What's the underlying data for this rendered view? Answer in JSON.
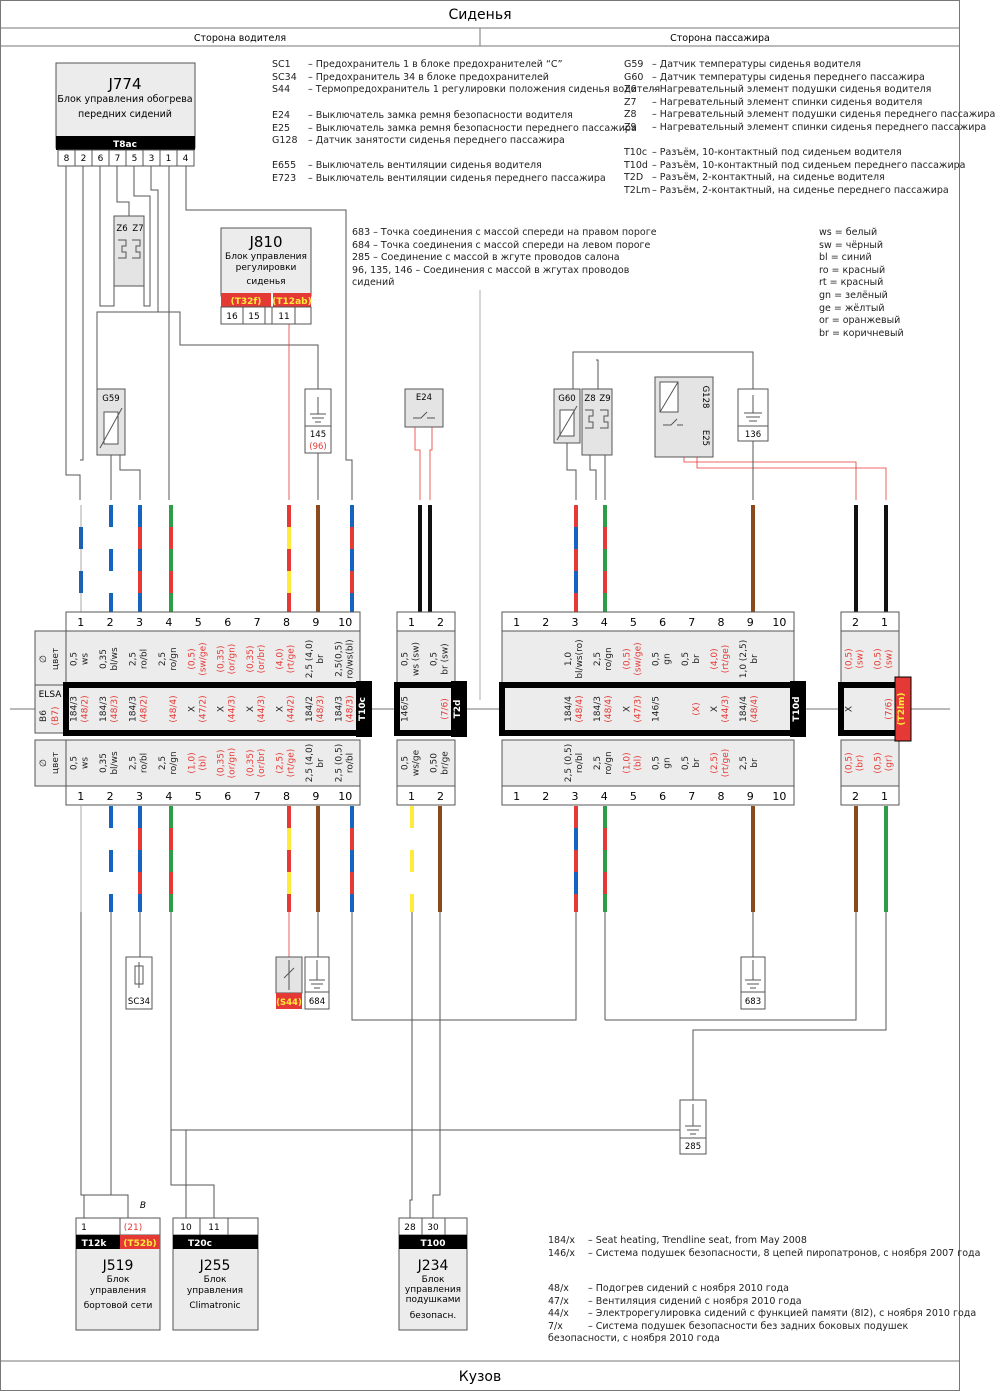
{
  "title_top": "Сиденья",
  "title_bottom": "Кузов",
  "side_driver": "Сторона водителя",
  "side_passenger": "Сторона пассажира",
  "j774": {
    "code": "J774",
    "desc": [
      "Блок управления обогрева",
      "передних сидений"
    ],
    "connector": "T8ac",
    "pins": [
      "8",
      "2",
      "6",
      "7",
      "5",
      "3",
      "1",
      "4"
    ]
  },
  "j810": {
    "code": "J810",
    "desc": [
      "Блок управления",
      "регулировки",
      "сиденья"
    ],
    "conn_a": "(T32f)",
    "conn_b": "(T12ab)",
    "pins": [
      "16",
      "15",
      "11"
    ]
  },
  "components": {
    "z6": "Z6",
    "z7": "Z7",
    "g59": "G59",
    "g60": "G60",
    "z8": "Z8",
    "z9": "Z9",
    "g128": "G128",
    "e25": "E25",
    "e24": "E24",
    "g145": "145",
    "g145_alt": "(96)",
    "g136": "136",
    "sc34": "SC34",
    "s44": "(S44)",
    "g684": "684",
    "g683": "683",
    "g285": "285"
  },
  "legend_fuses": [
    {
      "k": "SC1",
      "v": "Предохранитель 1 в блоке предохранителей “C”"
    },
    {
      "k": "SC34",
      "v": "Предохранитель 34 в блоке предохранителей"
    },
    {
      "k": "S44",
      "v": "Термопредохранитель 1 регулировки положения сиденья водителя"
    }
  ],
  "legend_switches": [
    {
      "k": "E24",
      "v": "Выключатель замка ремня безопасности водителя"
    },
    {
      "k": "E25",
      "v": "Выключатель замка ремня безопасности переднего пассажира"
    },
    {
      "k": "G128",
      "v": "Датчик занятости сиденья переднего пассажира"
    }
  ],
  "legend_vent": [
    {
      "k": "E655",
      "v": "Выключатель вентиляции сиденья водителя"
    },
    {
      "k": "E723",
      "v": "Выключатель вентиляции сиденья переднего пассажира"
    }
  ],
  "legend_sensors": [
    {
      "k": "G59",
      "v": "Датчик температуры сиденья водителя"
    },
    {
      "k": "G60",
      "v": "Датчик температуры сиденья переднего пассажира"
    },
    {
      "k": "Z6",
      "v": "Нагревательный элемент подушки сиденья водителя"
    },
    {
      "k": "Z7",
      "v": "Нагревательный элемент спинки сиденья водителя"
    },
    {
      "k": "Z8",
      "v": "Нагревательный элемент подушки сиденья переднего пассажира"
    },
    {
      "k": "Z9",
      "v": "Нагревательный элемент спинки сиденья переднего пассажира"
    }
  ],
  "legend_connectors": [
    {
      "k": "T10c",
      "v": "Разъём, 10-контактный под сиденьем водителя"
    },
    {
      "k": "T10d",
      "v": "Разъём, 10-контактный под сиденьем переднего пассажира"
    },
    {
      "k": "T2D",
      "v": "Разъём, 2-контактный, на сиденье водителя"
    },
    {
      "k": "T2Lm",
      "v": "Разъём, 2-контактный, на сиденье переднего пассажира"
    }
  ],
  "legend_ground": [
    {
      "k": "683",
      "v": "Точка соединения с массой спереди на правом пороге"
    },
    {
      "k": "684",
      "v": "Точка соединения с массой спереди на левом пороге"
    },
    {
      "k": "285",
      "v": "Соединение с массой в жгуте проводов  салона"
    },
    {
      "k": "96, 135, 146",
      "v": "Соединения с массой в жгутах проводов"
    }
  ],
  "legend_ground_extra": "сидений",
  "legend_colors": [
    {
      "k": "ws",
      "v": "белый"
    },
    {
      "k": "sw",
      "v": "чёрный"
    },
    {
      "k": "bl",
      "v": "синий"
    },
    {
      "k": "ro",
      "v": "красный"
    },
    {
      "k": "rt",
      "v": "красный"
    },
    {
      "k": "gn",
      "v": "зелёный"
    },
    {
      "k": "ge",
      "v": "жёлтый"
    },
    {
      "k": "or",
      "v": "оранжевый"
    },
    {
      "k": "br",
      "v": "коричневый"
    }
  ],
  "legend_versions_a": [
    {
      "k": "184/x",
      "v": "Seat heating, Trendline seat, from May 2008"
    },
    {
      "k": "146/x",
      "v": "Система подушек безопасности, 8 цепей пиропатронов, с ноября 2007 года"
    }
  ],
  "legend_versions_b": [
    {
      "k": "48/x",
      "v": "Подогрев сидений с ноября 2010 года"
    },
    {
      "k": "47/x",
      "v": "Вентиляция сидений с ноября 2010 года"
    },
    {
      "k": "44/x",
      "v": "Электрорегулировка сидений с функцией памяти (8I2), с ноября 2010 года"
    },
    {
      "k": "7/x",
      "v": "Система подушек безопасности без задних боковых подушек"
    }
  ],
  "legend_versions_b_extra": "безопасности, с ноября 2010 года",
  "table_labels": {
    "phi": "∅",
    "color": "цвет",
    "elsa": "ELSA",
    "b6": "B6",
    "b6_alt": "(B7)"
  },
  "connectors": {
    "t10c": "T10c",
    "t2d": "T2d",
    "t10d": "T10d",
    "t2lm": "(T2lm)"
  },
  "t10c_pins": [
    "1",
    "2",
    "3",
    "4",
    "5",
    "6",
    "7",
    "8",
    "9",
    "10"
  ],
  "t10c_top": [
    {
      "g": "0,5",
      "c": "ws",
      "r": false
    },
    {
      "g": "0,35",
      "c": "bl/ws",
      "r": false
    },
    {
      "g": "2,5",
      "c": "ro/bl",
      "r": false
    },
    {
      "g": "2,5",
      "c": "ro/gn",
      "r": false
    },
    {
      "g": "(0,5)",
      "c": "(sw/ge)",
      "r": true
    },
    {
      "g": "(0,35)",
      "c": "(or/gn)",
      "r": true
    },
    {
      "g": "(0,35)",
      "c": "(or/br)",
      "r": true
    },
    {
      "g": "(4,0)",
      "c": "(rt/ge)",
      "r": true
    },
    {
      "g": "2,5 (4,0)",
      "c": "br",
      "r": false
    },
    {
      "g": "2,5(0,5)",
      "c": "ro/ws(bl)",
      "r": false
    }
  ],
  "t10c_elsa": [
    {
      "v": "184/3",
      "a": "(48/2)"
    },
    {
      "v": "184/3",
      "a": "(48/3)"
    },
    {
      "v": "184/3",
      "a": "(48/2)"
    },
    {
      "v": "",
      "a": "(48/4)"
    },
    {
      "v": "X",
      "a": "(47/2)"
    },
    {
      "v": "X",
      "a": "(44/3)"
    },
    {
      "v": "X",
      "a": "(44/3)"
    },
    {
      "v": "X",
      "a": "(44/2)"
    },
    {
      "v": "184/2",
      "a": "(48/3)"
    },
    {
      "v": "184/3",
      "a": "(48/3)"
    }
  ],
  "t10c_bottom": [
    {
      "g": "0,5",
      "c": "ws",
      "r": false
    },
    {
      "g": "0,35",
      "c": "bl/ws",
      "r": false
    },
    {
      "g": "2,5",
      "c": "ro/bl",
      "r": false
    },
    {
      "g": "2,5",
      "c": "ro/gn",
      "r": false
    },
    {
      "g": "(1,0)",
      "c": "(bl)",
      "r": true
    },
    {
      "g": "(0,35)",
      "c": "(or/gn)",
      "r": true
    },
    {
      "g": "(0,35)",
      "c": "(or/br)",
      "r": true
    },
    {
      "g": "(2,5)",
      "c": "(rt/ge)",
      "r": true
    },
    {
      "g": "2,5 (4,0)",
      "c": "br",
      "r": false
    },
    {
      "g": "2,5 (0,5)",
      "c": "ro/bl",
      "r": false
    }
  ],
  "t2d_pins": [
    "1",
    "2"
  ],
  "t2d_top": [
    {
      "g": "0,5",
      "c": "ws (sw)",
      "r": false
    },
    {
      "g": "0,5",
      "c": "br (sw)",
      "r": false
    }
  ],
  "t2d_elsa": [
    {
      "v": "146/5",
      "a": ""
    },
    {
      "v": "",
      "a": "(7/6)"
    }
  ],
  "t2d_bottom": [
    {
      "g": "0,5",
      "c": "ws/ge",
      "r": false
    },
    {
      "g": "0,50",
      "c": "br/ge",
      "r": false
    }
  ],
  "t10d_pins": [
    "1",
    "2",
    "3",
    "4",
    "5",
    "6",
    "7",
    "8",
    "9",
    "10"
  ],
  "t10d_top": [
    {
      "g": "",
      "c": "",
      "r": false
    },
    {
      "g": "",
      "c": "",
      "r": false
    },
    {
      "g": "1,0",
      "c": "bl/ws(ro)",
      "r": false
    },
    {
      "g": "2,5",
      "c": "ro/gn",
      "r": false
    },
    {
      "g": "(0,5)",
      "c": "(sw/ge)",
      "r": true
    },
    {
      "g": "0,5",
      "c": "gn",
      "r": false
    },
    {
      "g": "0,5",
      "c": "br",
      "r": false
    },
    {
      "g": "(4,0)",
      "c": "(rt/ge)",
      "r": true
    },
    {
      "g": "1,0 (2,5)",
      "c": "br",
      "r": false
    },
    {
      "g": "",
      "c": "",
      "r": false
    }
  ],
  "t10d_elsa": [
    {
      "v": "",
      "a": ""
    },
    {
      "v": "",
      "a": ""
    },
    {
      "v": "184/4",
      "a": "(48/4)"
    },
    {
      "v": "184/3",
      "a": "(48/4)"
    },
    {
      "v": "X",
      "a": "(47/3)"
    },
    {
      "v": "146/5",
      "a": ""
    },
    {
      "v": "",
      "a": "(X)"
    },
    {
      "v": "X",
      "a": "(44/3)"
    },
    {
      "v": "184/4",
      "a": "(48/4)"
    },
    {
      "v": "",
      "a": ""
    }
  ],
  "t10d_bottom": [
    {
      "g": "",
      "c": "",
      "r": false
    },
    {
      "g": "",
      "c": "",
      "r": false
    },
    {
      "g": "2,5 (0,5)",
      "c": "ro/bl",
      "r": false
    },
    {
      "g": "2,5",
      "c": "ro/gn",
      "r": false
    },
    {
      "g": "(1,0)",
      "c": "(bl)",
      "r": true
    },
    {
      "g": "0,5",
      "c": "gn",
      "r": false
    },
    {
      "g": "0,5",
      "c": "br",
      "r": false
    },
    {
      "g": "(2,5)",
      "c": "(rt/ge)",
      "r": true
    },
    {
      "g": "2,5",
      "c": "br",
      "r": false
    },
    {
      "g": "",
      "c": "",
      "r": false
    }
  ],
  "t2lm_pins": [
    "2",
    "1"
  ],
  "t2lm_top": [
    {
      "g": "(0,5)",
      "c": "(sw)",
      "r": true
    },
    {
      "g": "(0,5)",
      "c": "(sw)",
      "r": true
    }
  ],
  "t2lm_elsa": [
    {
      "v": "X",
      "a": ""
    },
    {
      "v": "",
      "a": "(7/6)"
    }
  ],
  "t2lm_bottom": [
    {
      "g": "(0,5)",
      "c": "(br)",
      "r": true
    },
    {
      "g": "(0,5)",
      "c": "(gr)",
      "r": true
    }
  ],
  "j519": {
    "code": "J519",
    "desc": [
      "Блок",
      "управления",
      "бортовой сети"
    ],
    "connector": "T12k",
    "connector_alt": "(T52b)",
    "pins": [
      "1",
      "(21)"
    ],
    "note": "B"
  },
  "j255": {
    "code": "J255",
    "desc": [
      "Блок",
      "управления",
      "Climatronic"
    ],
    "connector": "T20c",
    "pins": [
      "10",
      "11"
    ]
  },
  "j234": {
    "code": "J234",
    "desc": [
      "Блок",
      "управления",
      "подушками",
      "безопасн."
    ],
    "connector": "T100",
    "pins": [
      "28",
      "30"
    ]
  },
  "colors": {
    "red": "#e53935",
    "blue": "#1565c0",
    "green": "#2e9d47",
    "yellow": "#ffeb3b",
    "brown": "#8b4a1c",
    "black": "#111111",
    "conn": "#000000"
  }
}
